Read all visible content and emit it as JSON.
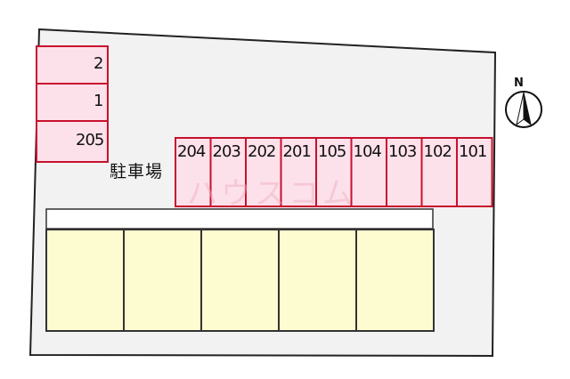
{
  "map": {
    "parking_label": "駐車場",
    "north_label": "N",
    "watermark": "ハウスコム",
    "left_slots": [
      "2",
      "1",
      "205"
    ],
    "row_slots": [
      "204",
      "203",
      "202",
      "201",
      "105",
      "104",
      "103",
      "102",
      "101"
    ],
    "building_units": [
      "",
      "",
      "",
      "",
      ""
    ]
  },
  "colors": {
    "lot_fill": "#f2f2f2",
    "lot_stroke": "#222222",
    "slot_fill": "#fde1ea",
    "slot_stroke": "#c8102e",
    "building_fill": "#fdfbd0",
    "building_stroke": "#333333"
  }
}
